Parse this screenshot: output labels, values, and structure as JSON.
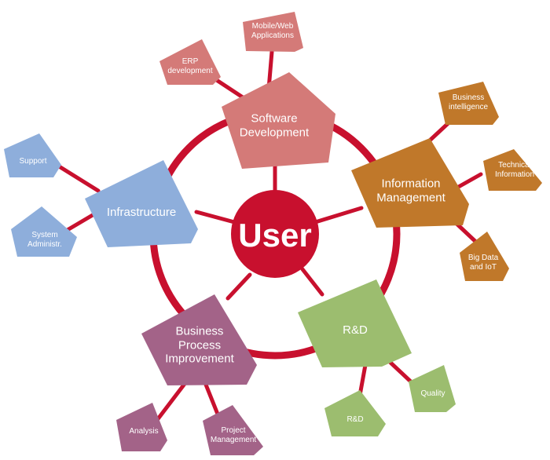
{
  "colors": {
    "ring": "#c8102e",
    "software": "#d47a78",
    "information": "#c0782a",
    "infrastructure": "#8eaedb",
    "rnd": "#9cbd6f",
    "business": "#a36388"
  },
  "center": {
    "label": "User"
  },
  "nodes": {
    "software": {
      "label": "Software\nDevelopment"
    },
    "information": {
      "label": "Information\nManagement"
    },
    "infrastructure": {
      "label": "Infrastructure"
    },
    "rnd": {
      "label": "R&D"
    },
    "business": {
      "label": "Business\nProcess\nImprovement"
    }
  },
  "leaves": {
    "mobile_web": "Mobile/Web\nApplications",
    "erp": "ERP\ndevelopment",
    "business_intelligence": "Business\nintelligence",
    "technical_information": "Technical\nInformation",
    "big_data": "Big Data\nand IoT",
    "support": "Support",
    "system_admin": "System\nAdministr.",
    "quality": "Quality",
    "rnd_leaf": "R&D",
    "analysis": "Analysis",
    "project_management": "Project\nManagement"
  }
}
